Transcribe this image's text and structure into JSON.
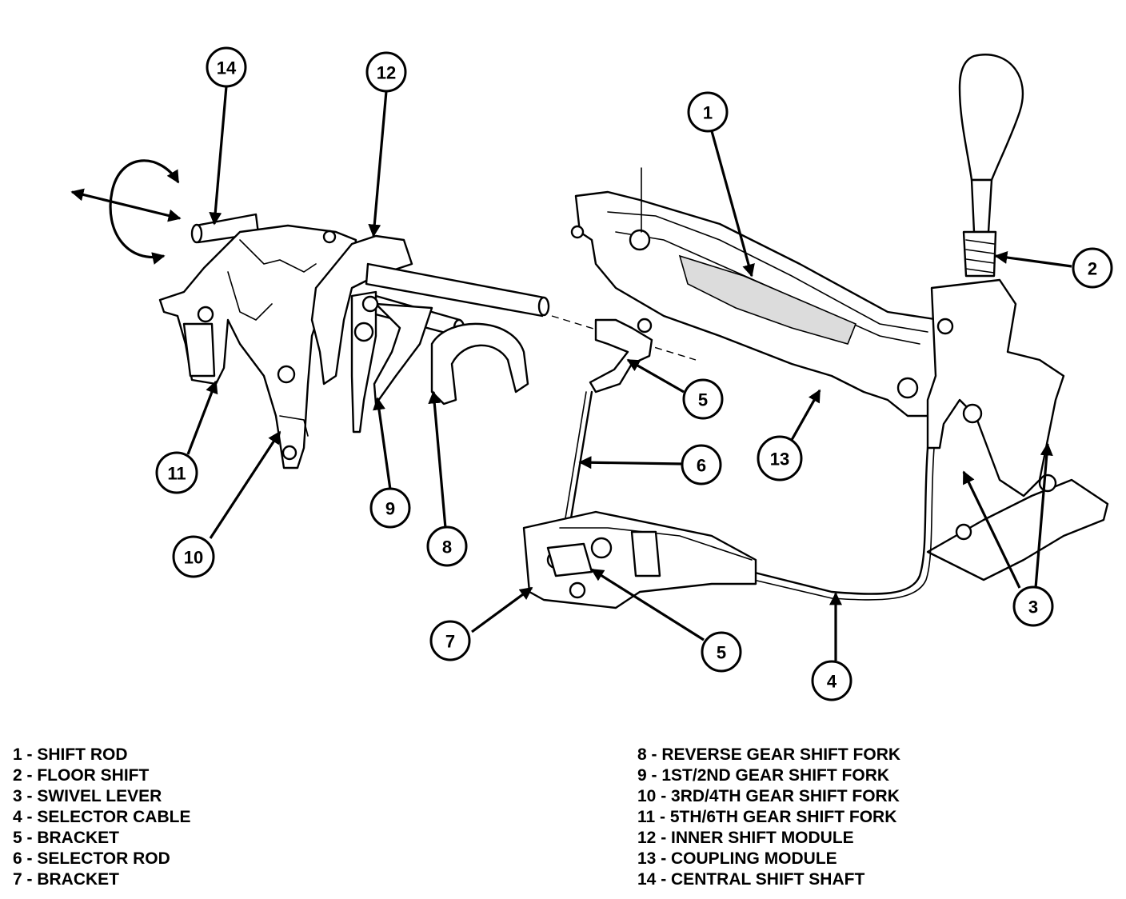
{
  "callouts": [
    {
      "num": "1"
    },
    {
      "num": "2"
    },
    {
      "num": "3"
    },
    {
      "num": "4"
    },
    {
      "num": "5"
    },
    {
      "num": "5"
    },
    {
      "num": "6"
    },
    {
      "num": "7"
    },
    {
      "num": "8"
    },
    {
      "num": "9"
    },
    {
      "num": "10"
    },
    {
      "num": "11"
    },
    {
      "num": "12"
    },
    {
      "num": "13"
    },
    {
      "num": "14"
    }
  ],
  "legend": {
    "left": [
      "1 - SHIFT ROD",
      "2 - FLOOR SHIFT",
      "3 - SWIVEL LEVER",
      "4 - SELECTOR CABLE",
      "5 - BRACKET",
      "6 - SELECTOR ROD",
      "7 - BRACKET"
    ],
    "right": [
      "8 - REVERSE GEAR SHIFT FORK",
      "9 - 1ST/2ND GEAR SHIFT FORK",
      "10 - 3RD/4TH GEAR SHIFT FORK",
      "11 - 5TH/6TH GEAR SHIFT FORK",
      "12 - INNER SHIFT MODULE",
      "13 - COUPLING MODULE",
      "14 - CENTRAL SHIFT SHAFT"
    ]
  }
}
